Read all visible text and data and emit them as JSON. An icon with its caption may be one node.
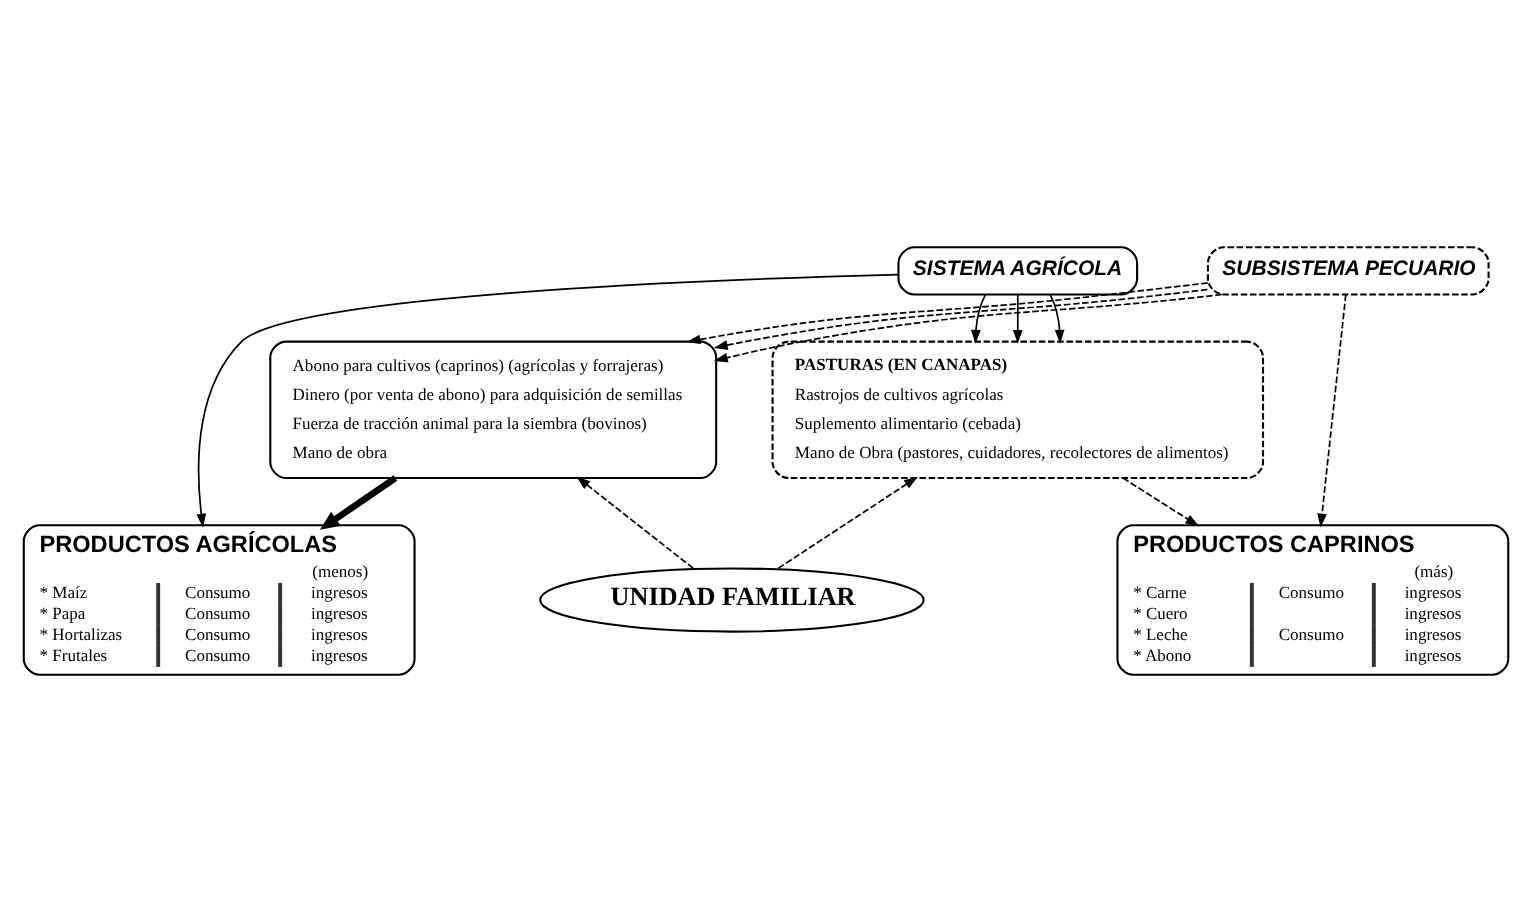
{
  "diagram": {
    "nodes": [
      {
        "text": [
          "SISTEMA AGRÍCOLA"
        ]
      },
      {
        "text": [
          "Abono para cultivos (caprinos) (agrícolas y forrajeras)",
          "Dinero (por venta de abono) para adquisición de semillas",
          "Fuerza de tracción animal para la siembra (bovinos)",
          "Mano de obra"
        ]
      },
      {
        "text": [
          "SUBSISTEMA PECUARIO"
        ]
      },
      {
        "text": [
          "PASTURAS (EN CANAPAS)",
          "Rastrojos de cultivos agrícolas",
          "Suplemento alimentario (cebada)",
          "Mano de Obra (pastores, cuidadores, recolectores de alimentos)"
        ]
      },
      {
        "text": [
          "UNIDAD FAMILIAR"
        ]
      },
      {
        "text": [
          "PRODUCTOS AGRÍCOLAS",
          "(menos)",
          "* Maíz",
          "Consumo",
          "ingresos",
          "* Papa",
          "Consumo",
          "ingresos",
          "* Hortalizas",
          "Consumo",
          "ingresos",
          "* Frutales",
          "Consumo",
          "ingresos"
        ]
      },
      {
        "text": [
          "PRODUCTOS CAPRINOS",
          "(más)",
          "* Carne",
          "Consumo",
          "ingresos",
          "* Cuero",
          "ingresos",
          "* Leche",
          "Consumo",
          "ingresos",
          "* Abono",
          "ingresos"
        ]
      }
    ],
    "edges": [
      {
        "from": 0,
        "to": 3,
        "arrow": "to"
      },
      {
        "from": 0,
        "to": 3,
        "arrow": "to"
      },
      {
        "from": 0,
        "to": 3,
        "arrow": "to"
      },
      {
        "from": 0,
        "to": 5,
        "arrow": "to"
      },
      {
        "from": 2,
        "to": 1,
        "arrow": "to",
        "style": "dashed"
      },
      {
        "from": 2,
        "to": 1,
        "arrow": "to",
        "style": "dashed"
      },
      {
        "from": 2,
        "to": 1,
        "arrow": "to",
        "style": "dashed"
      },
      {
        "from": 2,
        "to": 6,
        "arrow": "to",
        "style": "dashed"
      },
      {
        "from": 1,
        "to": 5,
        "arrow": "to",
        "style": "thick"
      },
      {
        "from": 3,
        "to": 6,
        "arrow": "to",
        "style": "dashed"
      },
      {
        "from": 4,
        "to": 1,
        "arrow": "to",
        "style": "dashed"
      },
      {
        "from": 4,
        "to": 3,
        "arrow": "to",
        "style": "dashed"
      }
    ]
  }
}
